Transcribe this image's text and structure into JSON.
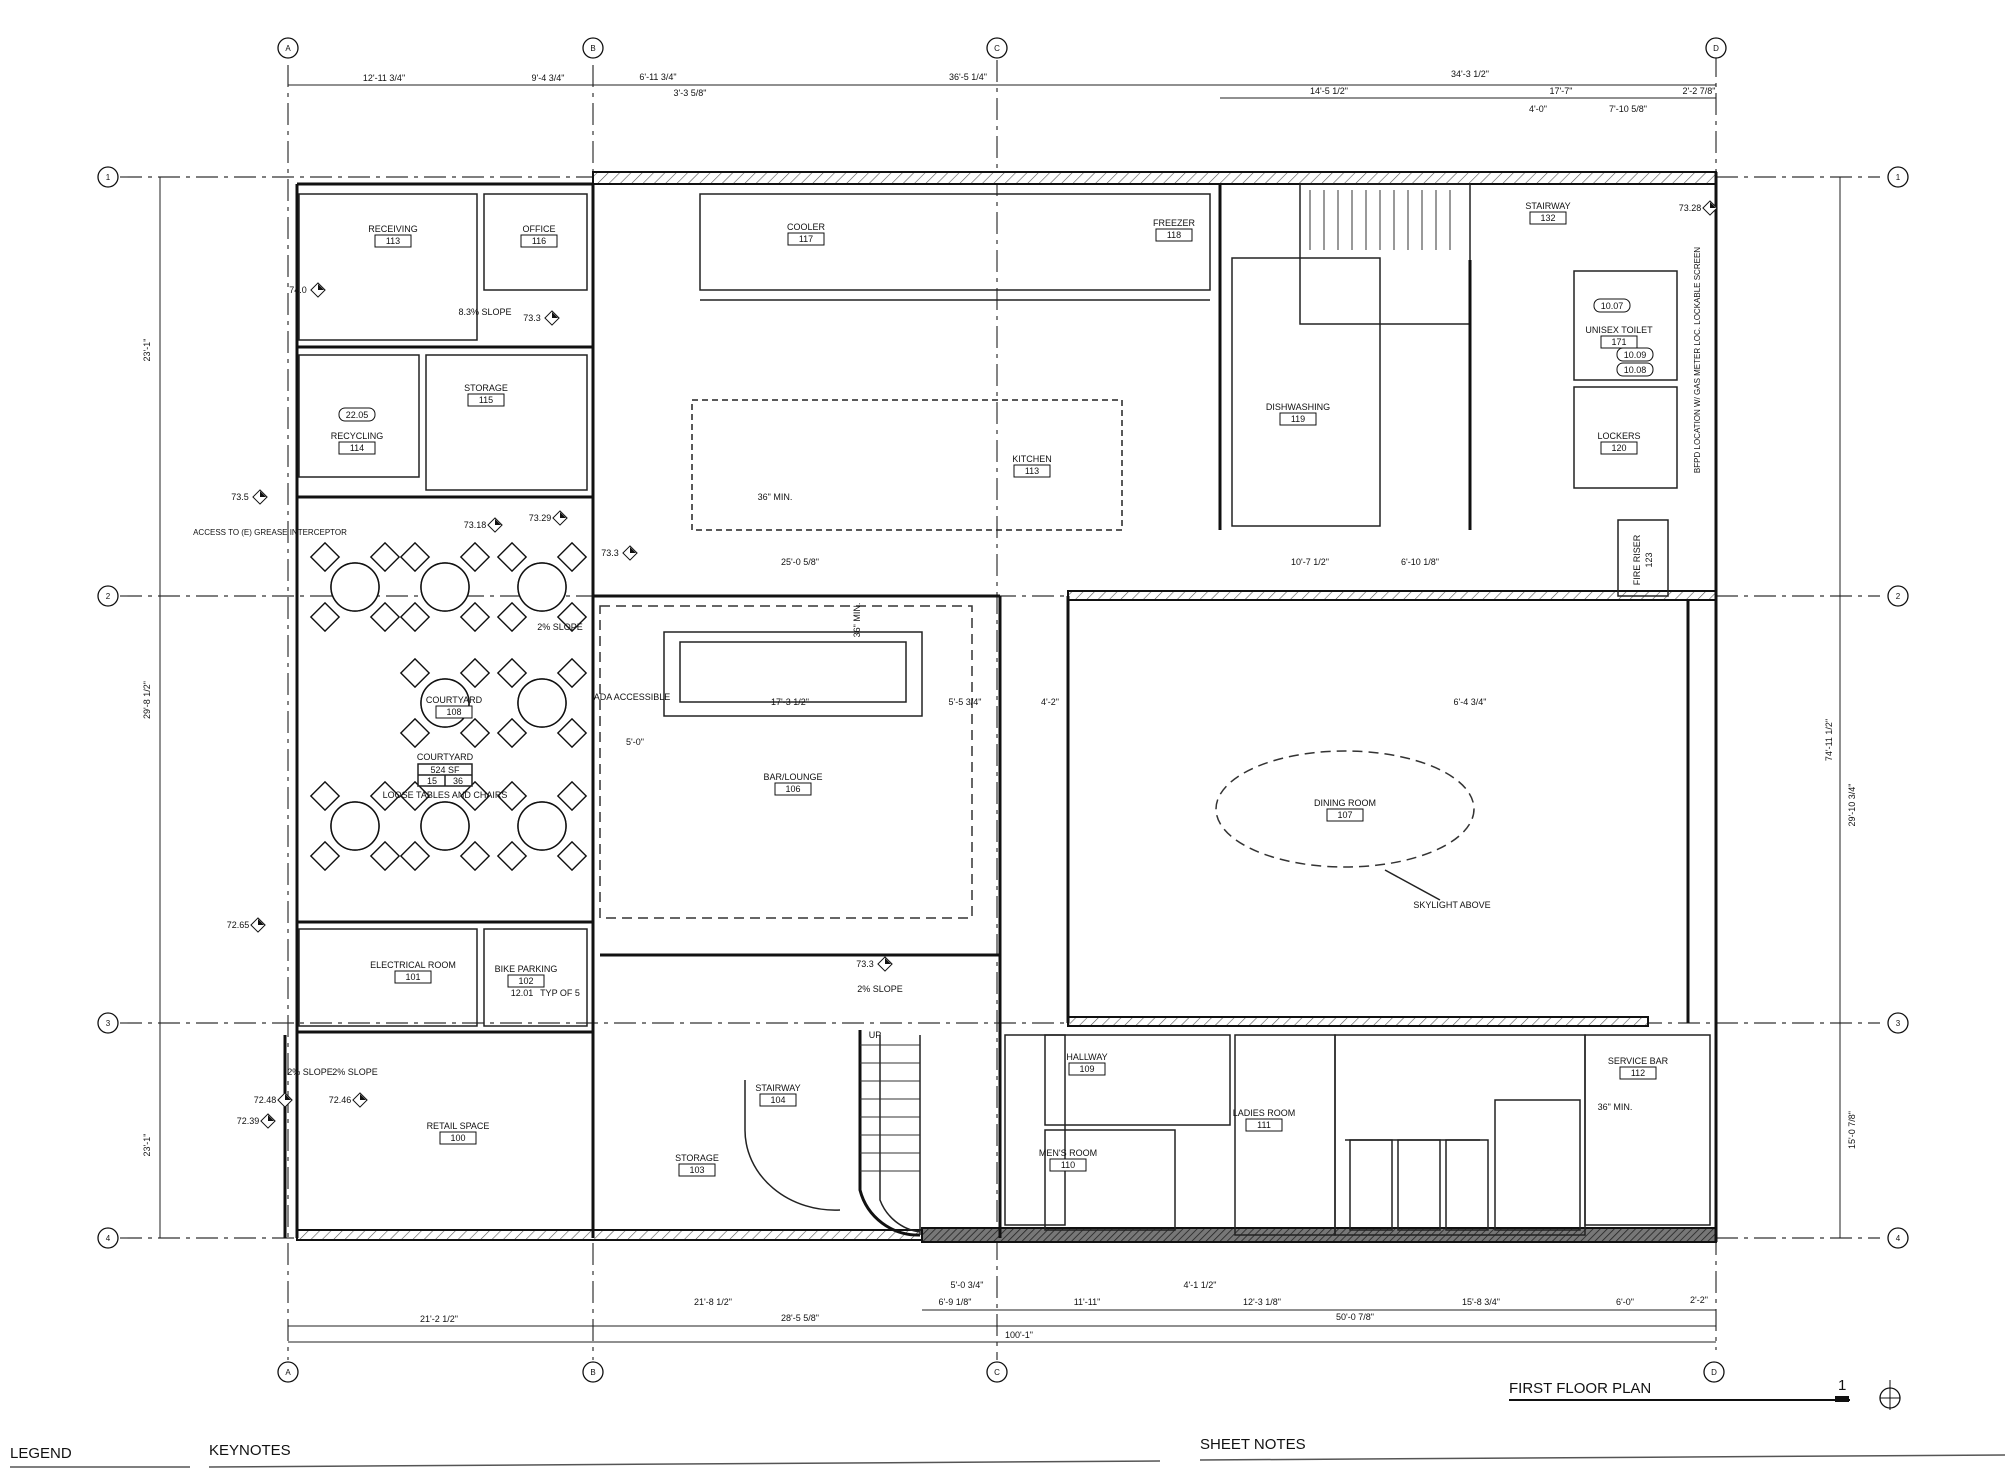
{
  "sheet": {
    "title": "FIRST FLOOR PLAN",
    "drawing_number": "1",
    "legend_heading": "LEGEND",
    "keynotes_heading": "KEYNOTES",
    "sheet_notes_heading": "SHEET NOTES",
    "north_arrow_icon": "north-arrow-icon"
  },
  "grid": {
    "columns": [
      "A",
      "B",
      "C",
      "D"
    ],
    "rows": [
      "1",
      "2",
      "3",
      "4"
    ]
  },
  "rooms": [
    {
      "id": "receiving",
      "name": "RECEIVING",
      "number": "113"
    },
    {
      "id": "office",
      "name": "OFFICE",
      "number": "116"
    },
    {
      "id": "cooler",
      "name": "COOLER",
      "number": "117"
    },
    {
      "id": "freezer",
      "name": "FREEZER",
      "number": "118"
    },
    {
      "id": "storage115",
      "name": "STORAGE",
      "number": "115"
    },
    {
      "id": "recycling",
      "name": "RECYCLING",
      "number": "114"
    },
    {
      "id": "kitchen",
      "name": "KITCHEN",
      "number": "113"
    },
    {
      "id": "dishwashing",
      "name": "DISHWASHING",
      "number": "119"
    },
    {
      "id": "stairway132",
      "name": "STAIRWAY",
      "number": "132"
    },
    {
      "id": "unisex",
      "name": "UNISEX TOILET",
      "number": "171"
    },
    {
      "id": "lockers",
      "name": "LOCKERS",
      "number": "120"
    },
    {
      "id": "courtyard",
      "name": "COURTYARD",
      "number": "108"
    },
    {
      "id": "bar",
      "name": "BAR/LOUNGE",
      "number": "106"
    },
    {
      "id": "dining",
      "name": "DINING ROOM",
      "number": "107"
    },
    {
      "id": "electrical",
      "name": "ELECTRICAL ROOM",
      "number": "101"
    },
    {
      "id": "bike",
      "name": "BIKE PARKING",
      "number": "102"
    },
    {
      "id": "retail",
      "name": "RETAIL SPACE",
      "number": "100"
    },
    {
      "id": "storage103",
      "name": "STORAGE",
      "number": "103"
    },
    {
      "id": "stairway104",
      "name": "STAIRWAY",
      "number": "104"
    },
    {
      "id": "hallway",
      "name": "HALLWAY",
      "number": "109"
    },
    {
      "id": "mens",
      "name": "MEN'S ROOM",
      "number": "110"
    },
    {
      "id": "ladies",
      "name": "LADIES ROOM",
      "number": "111"
    },
    {
      "id": "servicebar",
      "name": "SERVICE BAR",
      "number": "112"
    }
  ],
  "notes": {
    "courtyard_title": "COURTYARD",
    "courtyard_area": "524 SF",
    "courtyard_seats_a": "15",
    "courtyard_seats_b": "36",
    "courtyard_furniture": "LOOSE TABLES AND CHAIRS",
    "ada": "ADA ACCESSIBLE",
    "skylight": "SKYLIGHT ABOVE",
    "grease": "ACCESS TO (E) GREASE INTERCEPTOR",
    "fire_riser": "FIRE RISER",
    "fire_riser_num": "123",
    "gas_meter": "BFPD LOCATION W/ GAS METER LOC. LOCKABLE SCREEN",
    "slope_ramp": "8.3% SLOPE",
    "slope_courtyard": "2% SLOPE",
    "slope_retail_a": "2% SLOPE",
    "slope_retail_b": "2% SLOPE",
    "slope_bar": "2% SLOPE",
    "bike_note": "12.01",
    "bike_typ": "TYP OF 5",
    "min36a": "36\" MIN.",
    "min36b": "36\" MIN.",
    "min36c": "36\" MIN.",
    "up": "UP"
  },
  "elevations": [
    "74.0",
    "73.3",
    "73.18",
    "73.29",
    "73.5",
    "73.3",
    "72.65",
    "72.46",
    "72.39",
    "72.48",
    "73.28",
    "73.3"
  ],
  "dimensions": {
    "top": [
      "12'-11 3/4\"",
      "9'-4 3/4\"",
      "6'-11 3/4\"",
      "3'-3 5/8\"",
      "36'-5 1/4\"",
      "34'-3 1/2\"",
      "14'-5 1/2\"",
      "17'-7\"",
      "2'-2 7/8\"",
      "4'-0\"",
      "7'-10 5/8\""
    ],
    "bottom": [
      "21'-8 1/2\"",
      "28'-5 5/8\"",
      "21'-2 1/2\"",
      "100'-1\"",
      "5'-0 3/4\"",
      "6'-9 1/8\"",
      "11'-11\"",
      "4'-1 1/2\"",
      "12'-3 1/8\"",
      "50'-0 7/8\"",
      "15'-8 3/4\"",
      "6'-0\"",
      "2'-2\""
    ],
    "left": [
      "23'-1\"",
      "23'-1\"",
      "29'-8 1/2\""
    ],
    "right": [
      "74'-11 1/2\"",
      "29'-10 3/4\"",
      "15'-0 7/8\""
    ],
    "interior": [
      "25'-0 5/8\"",
      "17'-3 1/2\"",
      "5'-0\"",
      "5'-5 3/4\"",
      "10'-7 1/2\"",
      "6'-10 1/8\"",
      "4'-2\"",
      "6'-4 3/4\""
    ]
  },
  "fixture_tags": [
    "10.07",
    "10.09",
    "10.08",
    "22.05"
  ]
}
